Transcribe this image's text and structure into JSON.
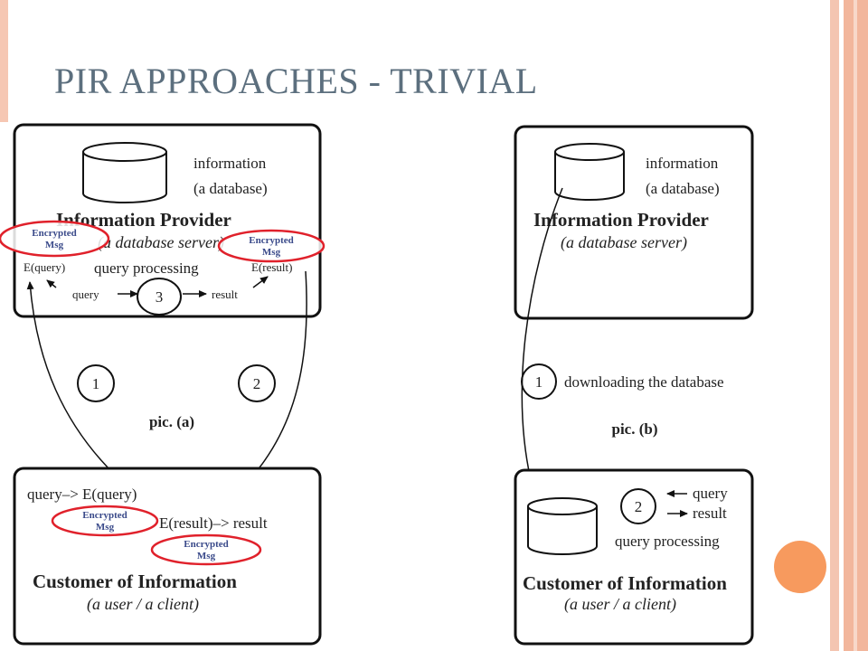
{
  "slide": {
    "title": "PIR APPROACHES - TRIVIAL",
    "colors": {
      "title": "#5c6f7e",
      "accent_bars": "#f2b69c",
      "dot": "#f79a5e",
      "highlight": "#e0212b"
    }
  },
  "pic_a": {
    "caption": "pic. (a)",
    "provider": {
      "info_line1": "information",
      "info_line2": "(a database)",
      "name": "Information Provider",
      "subtitle": "(a database server)",
      "query_processing": "query processing",
      "e_query": "E(query)",
      "e_result": "E(result)",
      "query": "query",
      "result": "result",
      "step": "3"
    },
    "steps": [
      "1",
      "2"
    ],
    "customer": {
      "query_line": "query–> E(query)",
      "result_line": "E(result)–> result",
      "name": "Customer of Information",
      "subtitle": "(a user / a client)"
    },
    "annotations": [
      {
        "line1": "Encrypted",
        "line2": "Msg"
      },
      {
        "line1": "Encrypted",
        "line2": "Msg"
      },
      {
        "line1": "Encrypted",
        "line2": "Msg"
      },
      {
        "line1": "Encrypted",
        "line2": "Msg"
      }
    ]
  },
  "pic_b": {
    "caption": "pic. (b)",
    "provider": {
      "info_line1": "information",
      "info_line2": "(a database)",
      "name": "Information Provider",
      "subtitle": "(a database server)"
    },
    "step1": "1",
    "download_label": "downloading the database",
    "customer": {
      "step": "2",
      "query": "query",
      "result": "result",
      "query_processing": "query processing",
      "name": "Customer of Information",
      "subtitle": "(a user / a client)"
    }
  }
}
